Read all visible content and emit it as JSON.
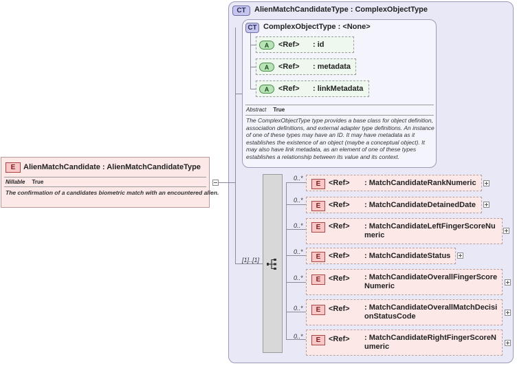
{
  "outer_type": {
    "badge": "CT",
    "title": "AlienMatchCandidateType : ComplexObjectType"
  },
  "base_type": {
    "badge": "CT",
    "title": "ComplexObjectType : <None>",
    "attributes": [
      {
        "badge": "A",
        "ref": "<Ref>",
        "name": ": id"
      },
      {
        "badge": "A",
        "ref": "<Ref>",
        "name": ": metadata"
      },
      {
        "badge": "A",
        "ref": "<Ref>",
        "name": ": linkMetadata"
      }
    ],
    "abstract_key": "Abstract",
    "abstract_value": "True",
    "annotation": "The ComplexObjectType type provides a base class for object definition, association definitions, and external adapter type definitions. An instance of one of these types may have an ID. It may have metadata as it establishes the existence of an object (maybe a conceptual object). It may also have link metadata, as an element of one of these types establishes a relationship between its value and its context."
  },
  "root_element": {
    "badge": "E",
    "title": "AlienMatchCandidate : AlienMatchCandidateType",
    "nillable_key": "Nillable",
    "nillable_value": "True",
    "annotation": "The confirmation of a candidates biometric match with an encountered alien."
  },
  "sequence": {
    "multiplicity": "[1]..[1]"
  },
  "children": [
    {
      "mult": "0..*",
      "badge": "E",
      "ref": "<Ref>",
      "name": ": MatchCandidateRankNumeric"
    },
    {
      "mult": "0..*",
      "badge": "E",
      "ref": "<Ref>",
      "name": ": MatchCandidateDetainedDate"
    },
    {
      "mult": "0..*",
      "badge": "E",
      "ref": "<Ref>",
      "name": ": MatchCandidateLeftFingerScoreNu\nmeric"
    },
    {
      "mult": "0..*",
      "badge": "E",
      "ref": "<Ref>",
      "name": ": MatchCandidateStatus"
    },
    {
      "mult": "0..*",
      "badge": "E",
      "ref": "<Ref>",
      "name": ": MatchCandidateOverallFingerScore\nNumeric"
    },
    {
      "mult": "0..*",
      "badge": "E",
      "ref": "<Ref>",
      "name": ": MatchCandidateOverallMatchDecisi\nonStatusCode"
    },
    {
      "mult": "0..*",
      "badge": "E",
      "ref": "<Ref>",
      "name": ": MatchCandidateRightFingerScoreN\numeric"
    }
  ]
}
